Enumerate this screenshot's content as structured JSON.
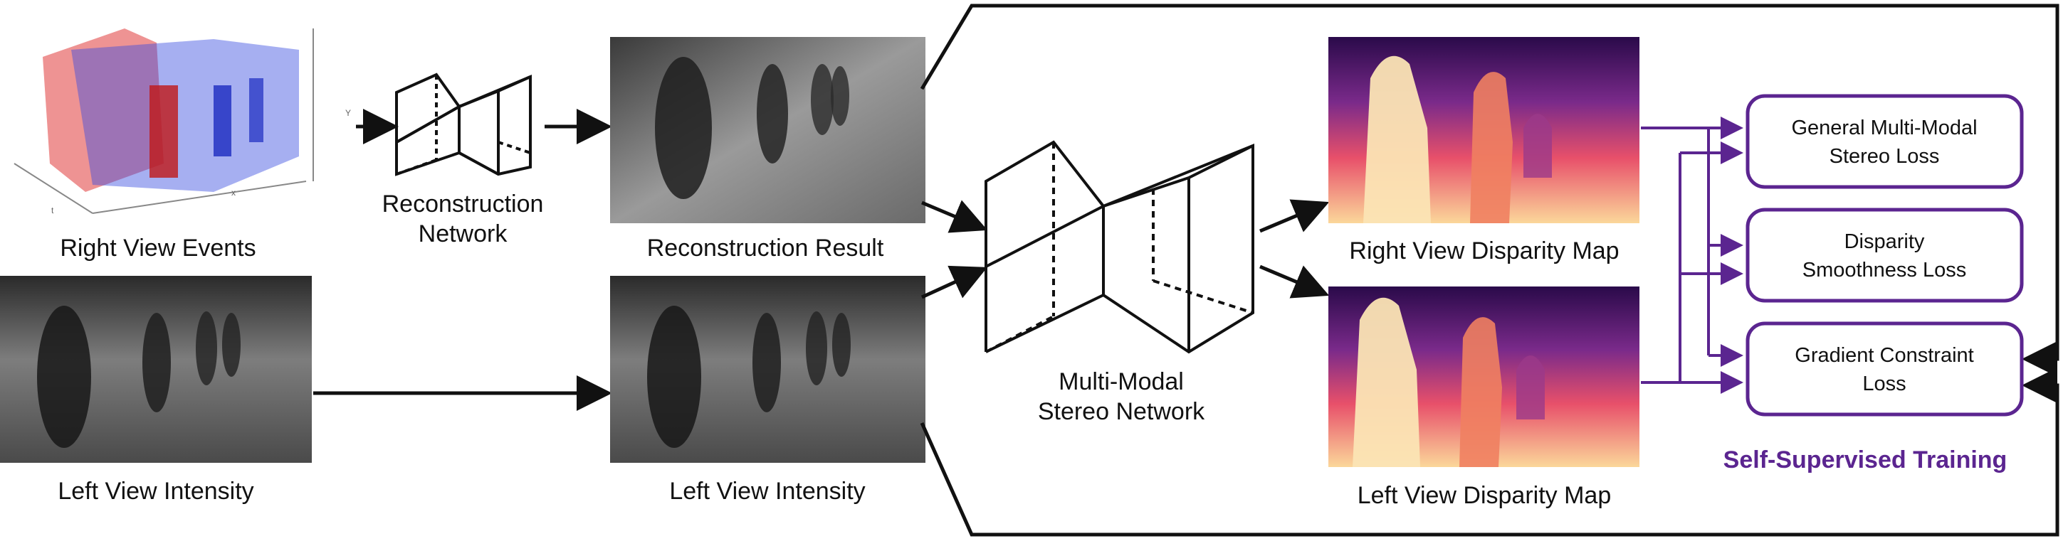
{
  "labels": {
    "right_view_events": "Right View Events",
    "recon_network_l1": "Reconstruction",
    "recon_network_l2": "Network",
    "recon_result": "Reconstruction Result",
    "left_view_intensity_1": "Left View Intensity",
    "left_view_intensity_2": "Left View Intensity",
    "stereo_network_l1": "Multi-Modal",
    "stereo_network_l2": "Stereo Network",
    "right_disp": "Right View Disparity Map",
    "left_disp": "Left View Disparity Map",
    "self_supervised": "Self-Supervised Training"
  },
  "losses": [
    {
      "line1": "General Multi-Modal",
      "line2": "Stereo Loss"
    },
    {
      "line1": "Disparity",
      "line2": "Smoothness Loss"
    },
    {
      "line1": "Gradient Constraint",
      "line2": "Loss"
    }
  ],
  "axis_letters": {
    "y": "Y",
    "t": "t",
    "x": "x"
  },
  "colors": {
    "purple": "#5b2590",
    "black": "#111111"
  }
}
